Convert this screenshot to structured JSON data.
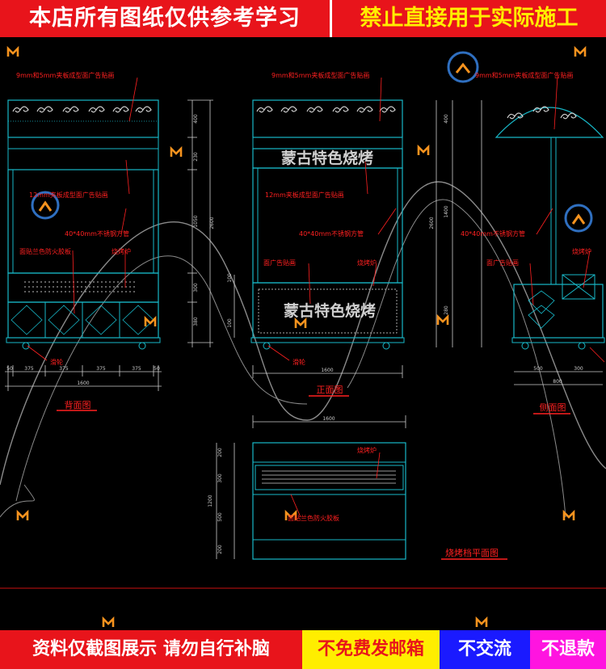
{
  "banners": {
    "top_left": "本店所有图纸仅供参考学习",
    "top_right": "禁止直接用于实际施工",
    "bottom_1": "资料仅截图展示 请勿自行补脑",
    "bottom_2": "不免费发邮箱",
    "bottom_3": "不交流",
    "bottom_4": "不退款"
  },
  "colors": {
    "banner_red": "#e8141b",
    "banner_yellow": "#ffee00",
    "cad_cyan": "#18b8c8",
    "cad_red": "#ff2020",
    "cad_grey": "#9a9a9a"
  },
  "titles": {
    "back": "背面图",
    "front": "正面图",
    "side": "侧面图",
    "plan": "烧烤档平面图"
  },
  "signage": {
    "front_top": "蒙古特色烧烤",
    "front_bottom": "蒙古特色烧烤"
  },
  "labels": {
    "back_top": "9mm和5mm夹板成型面广告贴画",
    "back_mid": "12mm夹板成型面广告贴画",
    "back_tube": "40*40mm不锈钢方管",
    "back_panel": "面贴兰色防火胶板",
    "back_grill": "烧烤炉",
    "back_wheel": "滑轮",
    "front_top": "9mm和5mm夹板成型面广告贴画",
    "front_mid": "12mm夹板成型面广告贴画",
    "front_tube": "40*40mm不锈钢方管",
    "front_ad": "面广告贴画",
    "front_grill": "烧烤炉",
    "front_wheel": "滑轮",
    "side_top": "9mm和5mm夹板成型面广告贴画",
    "side_tube": "40*40mm不锈钢方管",
    "side_ad": "面广告贴画",
    "side_grill": "烧烤炉",
    "plan_grill": "烧烤炉",
    "plan_panel": "面贴兰色防火胶板"
  },
  "dims": {
    "back_bottom": [
      "50",
      "375",
      "375",
      "375",
      "375",
      "50"
    ],
    "back_total": "1600",
    "back_right": [
      "400",
      "230",
      "1050",
      "300",
      "380"
    ],
    "back_height": "2600",
    "front_total": "1600",
    "front_left": [
      "100",
      "100"
    ],
    "front_right": [
      "400",
      "1400",
      "280"
    ],
    "front_height": "2600",
    "side_bottom": [
      "500",
      "300"
    ],
    "side_total": "800",
    "plan_total": "1600",
    "plan_left": [
      "200",
      "300",
      "500",
      "200"
    ],
    "plan_height": "1200"
  }
}
